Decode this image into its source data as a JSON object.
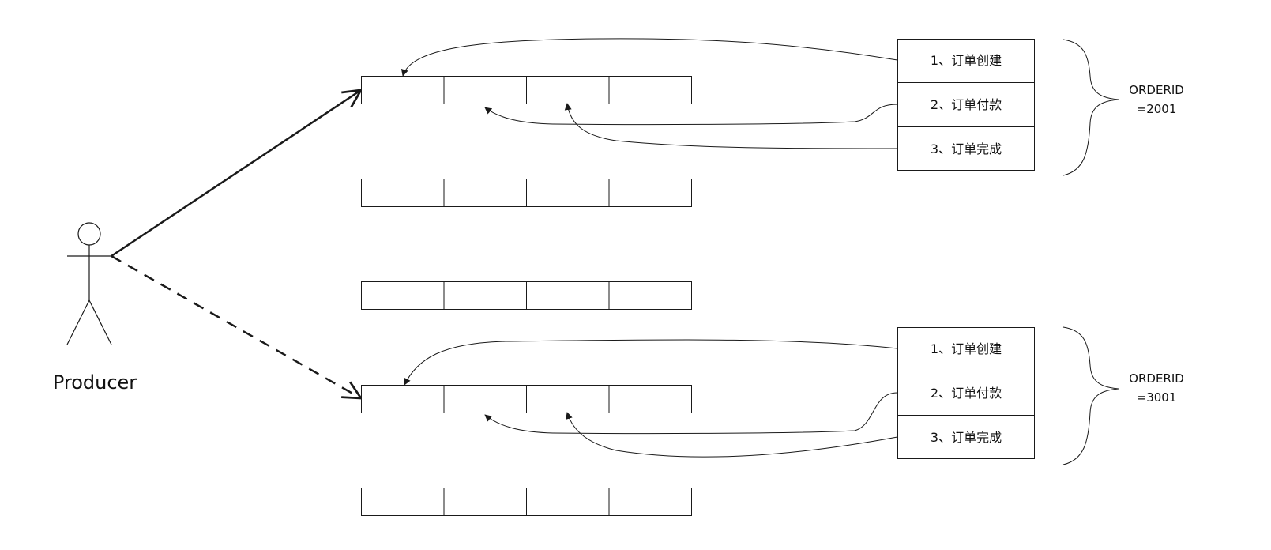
{
  "producer": {
    "label": "Producer"
  },
  "queues": {
    "rows": 5,
    "cells_per_row": 4
  },
  "groups": [
    {
      "orderid_label": "ORDERID",
      "orderid_value": "=2001",
      "steps": [
        "1、订单创建",
        "2、订单付款",
        "3、订单完成"
      ]
    },
    {
      "orderid_label": "ORDERID",
      "orderid_value": "=3001",
      "steps": [
        "1、订单创建",
        "2、订单付款",
        "3、订单完成"
      ]
    }
  ],
  "colors": {
    "line": "#1a1a1a",
    "background": "#ffffff",
    "text": "#111111"
  }
}
